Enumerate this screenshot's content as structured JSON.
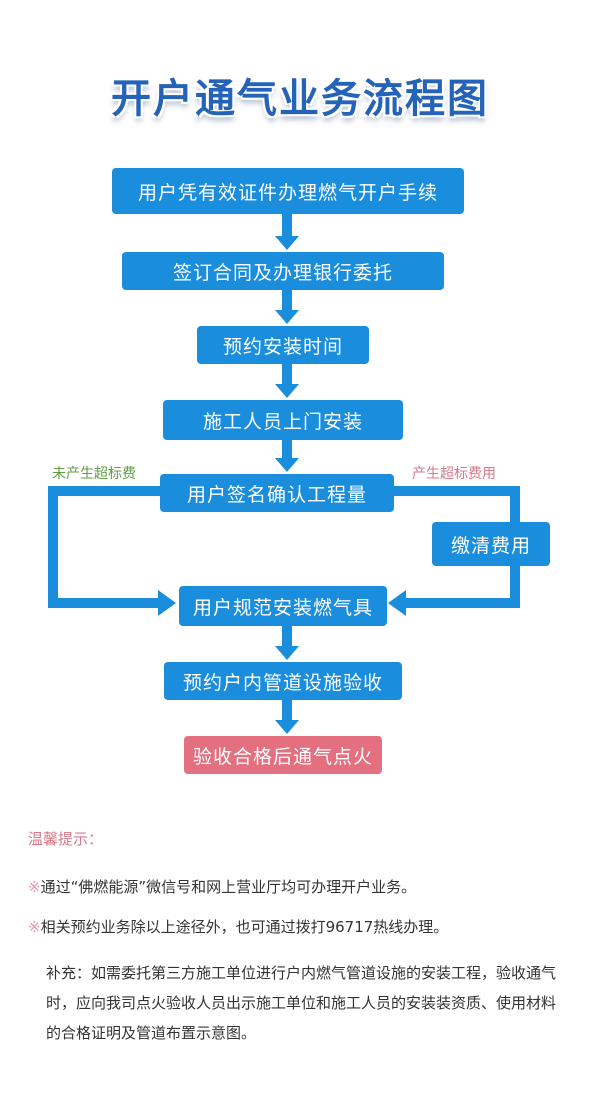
{
  "title": "开户通气业务流程图",
  "colors": {
    "box_blue": "#1a8ddc",
    "box_red": "#e36f7f",
    "label_green": "#5f9e45",
    "label_pink": "#d9788a"
  },
  "flow": {
    "steps": [
      "用户凭有效证件办理燃气开户手续",
      "签订合同及办理银行委托",
      "预约安装时间",
      "施工人员上门安装",
      "用户签名确认工程量",
      "用户规范安装燃气具",
      "预约户内管道设施验收",
      "验收合格后通气点火"
    ],
    "side_step": "缴清费用",
    "branch_left": "未产生超标费",
    "branch_right": "产生超标费用"
  },
  "tips": {
    "heading": "温馨提示：",
    "mark": "※",
    "items": [
      "通过“佛燃能源”微信号和网上营业厅均可办理开户业务。",
      "相关预约业务除以上途径外，也可通过拨打96717热线办理。"
    ],
    "supplement": "补充：如需委托第三方施工单位进行户内燃气管道设施的安装工程，验收通气时，应向我司点火验收人员出示施工单位和施工人员的安装装资质、使用材料的合格证明及管道布置示意图。"
  }
}
